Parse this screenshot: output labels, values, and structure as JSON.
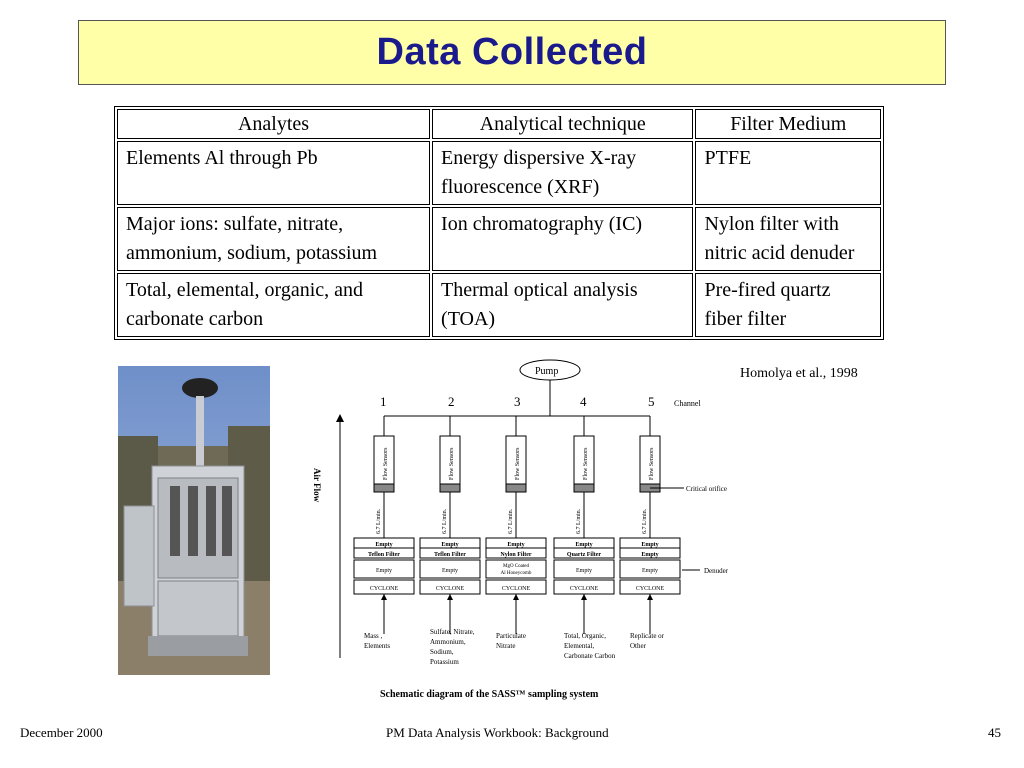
{
  "title": "Data Collected",
  "table": {
    "headers": [
      "Analytes",
      "Analytical technique",
      "Filter Medium"
    ],
    "rows": [
      [
        "Elements Al through Pb",
        "Energy dispersive X-ray fluorescence (XRF)",
        "PTFE"
      ],
      [
        "Major ions: sulfate, nitrate, ammonium, sodium, potassium",
        "Ion chromatography (IC)",
        "Nylon filter with nitric acid denuder"
      ],
      [
        "Total, elemental, organic, and carbonate carbon",
        "Thermal optical analysis (TOA)",
        "Pre-fired quartz fiber filter"
      ]
    ]
  },
  "citation": "Homolya et al., 1998",
  "diagram": {
    "pump": "Pump",
    "channel_label": "Channel",
    "channels": [
      "1",
      "2",
      "3",
      "4",
      "5"
    ],
    "air_flow": "Air Flow",
    "flow_sensors": "Flow Sensors",
    "critical_orifice": "Critical orifice",
    "flow_rate": "6.7 L/min.",
    "denuder": "Denuder",
    "filters": [
      {
        "top": "Empty",
        "filter": "Teflon Filter",
        "mid": "Empty",
        "cyclone": "CYCLONE",
        "output": [
          "Mass ,",
          "Elements"
        ]
      },
      {
        "top": "Empty",
        "filter": "Teflon Filter",
        "mid": "Empty",
        "cyclone": "CYCLONE",
        "output": [
          "Sulfate, Nitrate,",
          "Ammonium,",
          "Sodium,",
          "Potassium"
        ]
      },
      {
        "top": "Empty",
        "filter": "Nylon Filter",
        "mid": "MgO Coated Al Honeycomb",
        "cyclone": "CYCLONE",
        "output": [
          "Particulate",
          "Nitrate"
        ]
      },
      {
        "top": "Empty",
        "filter": "Quartz Filter",
        "mid": "Empty",
        "cyclone": "CYCLONE",
        "output": [
          "Total, Organic,",
          "Elemental,",
          "Carbonate Carbon"
        ]
      },
      {
        "top": "Empty",
        "filter": "Empty",
        "mid": "Empty",
        "cyclone": "CYCLONE",
        "output": [
          "Replicate or",
          "Other"
        ]
      }
    ],
    "caption": "Schematic diagram of the SASS™ sampling system"
  },
  "footer": {
    "left": "December 2000",
    "center": "PM Data Analysis Workbook: Background",
    "right": "45"
  }
}
